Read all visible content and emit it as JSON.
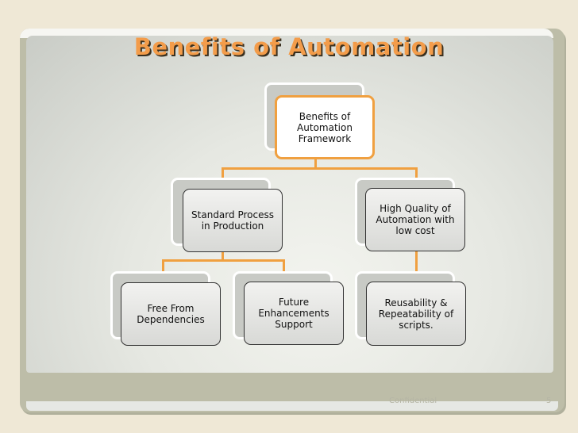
{
  "slide": {
    "title": "Benefits of Automation",
    "footer_text": "Confidential",
    "page_number": "5"
  },
  "diagram": {
    "root": "Benefits of Automation Framework",
    "level1": [
      "Standard Process in Production",
      "High Quality of Automation with low cost"
    ],
    "level2": [
      "Free From Dependencies",
      "Future Enhancements Support",
      "Reusability & Repeatability  of scripts."
    ]
  },
  "colors": {
    "accent": "#f0a040",
    "title": "#f39c4a",
    "background": "#efe8d6"
  }
}
